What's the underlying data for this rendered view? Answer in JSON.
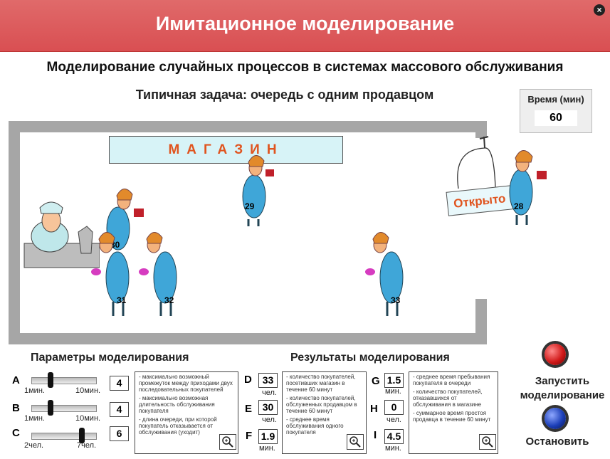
{
  "window": {
    "title": "Имитационное моделирование",
    "close_label": "×"
  },
  "subtitle": "Моделирование случайных процессов в системах массового обслуживания",
  "task_title": "Типичная задача: очередь с одним продавцом",
  "time": {
    "label": "Время (мин)",
    "value": "60"
  },
  "shop": {
    "sign": "МАГАЗИН",
    "open_sign": "Открыто"
  },
  "customers": [
    {
      "number": "29"
    },
    {
      "number": "28"
    },
    {
      "number": "30"
    },
    {
      "number": "31"
    },
    {
      "number": "32"
    },
    {
      "number": "33"
    }
  ],
  "parameters": {
    "title": "Параметры моделирования",
    "items": [
      {
        "letter": "A",
        "min_label": "1мин.",
        "max_label": "10мин.",
        "value": "4",
        "fraction": 0.33,
        "description": [
          "- максимально возможный промежуток между приходами двух последовательных покупателей"
        ]
      },
      {
        "letter": "B",
        "min_label": "1мин.",
        "max_label": "10мин.",
        "value": "4",
        "fraction": 0.33,
        "description": [
          "- максимально возможная длительность обслуживания покупателя"
        ]
      },
      {
        "letter": "C",
        "min_label": "2чел.",
        "max_label": "7чел.",
        "value": "6",
        "fraction": 0.8,
        "description": [
          "- длина очереди, при которой покупатель отказывается от обслуживания (уходит)"
        ]
      }
    ]
  },
  "results": {
    "title": "Результаты моделирования",
    "col1": [
      {
        "letter": "D",
        "value": "33",
        "unit": "чел.",
        "description": "- количество покупателей, посетивших магазин в течение 60 минут"
      },
      {
        "letter": "E",
        "value": "30",
        "unit": "чел.",
        "description": "- количество покупателей, обслуженных продавцом в течение 60 минут"
      },
      {
        "letter": "F",
        "value": "1.9",
        "unit": "мин.",
        "description": "- среднее время обслуживания одного покупателя"
      }
    ],
    "col2": [
      {
        "letter": "G",
        "value": "1.5",
        "unit": "мин.",
        "description": "- среднее время пребывания покупателя в очереди"
      },
      {
        "letter": "H",
        "value": "0",
        "unit": "чел.",
        "description": "- количество покупателей, отказавшихся от обслуживания в магазине"
      },
      {
        "letter": "I",
        "value": "4.5",
        "unit": "мин.",
        "description": "- суммарное время простоя продавца в течение 60 минут"
      }
    ]
  },
  "controls": {
    "start": {
      "label_line1": "Запустить",
      "label_line2": "моделирование",
      "color": "#d11a1a"
    },
    "stop": {
      "label": "Остановить",
      "color": "#1c3fb8"
    }
  }
}
